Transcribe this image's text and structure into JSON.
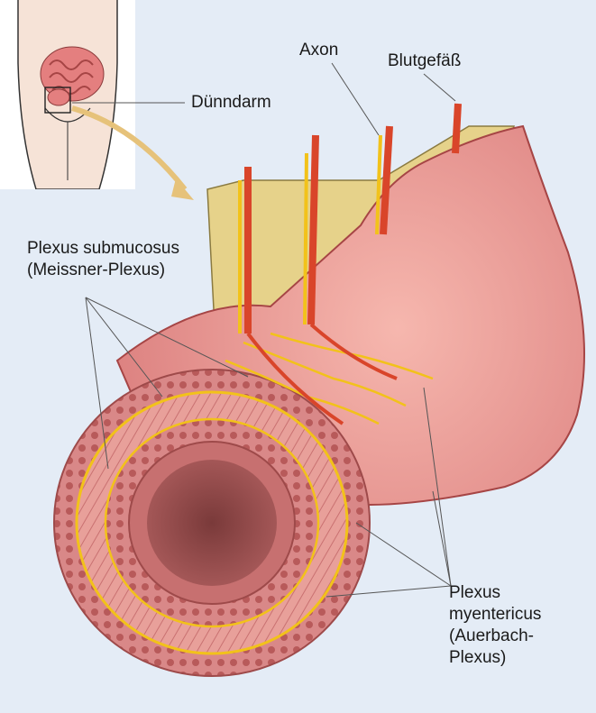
{
  "labels": {
    "duenndarm": "Dünndarm",
    "axon": "Axon",
    "blutgefaess": "Blutgefäß",
    "submucosus": "Plexus submucosus\n(Meissner-Plexus)",
    "myentericus": "Plexus\nmyentericus\n(Auerbach-\nPlexus)"
  },
  "colors": {
    "background": "#e4ecf6",
    "tissue": "#e99090",
    "tissue_dark": "#b85a5a",
    "mesentery": "#e6d28a",
    "vessel": "#d9452a",
    "axon": "#f2c21a",
    "lumen": "#7a3a3a"
  }
}
